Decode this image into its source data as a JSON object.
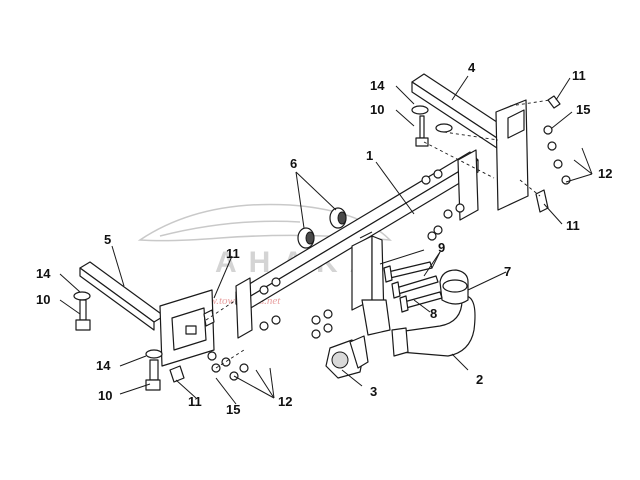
{
  "watermark": {
    "text": "AHAKA",
    "subtext": "www.tow-hooks.net"
  },
  "callouts": [
    {
      "id": "c1",
      "label": "1"
    },
    {
      "id": "c2",
      "label": "2"
    },
    {
      "id": "c3",
      "label": "3"
    },
    {
      "id": "c4",
      "label": "4"
    },
    {
      "id": "c5",
      "label": "5"
    },
    {
      "id": "c6",
      "label": "6"
    },
    {
      "id": "c7",
      "label": "7"
    },
    {
      "id": "c8",
      "label": "8"
    },
    {
      "id": "c9",
      "label": "9"
    },
    {
      "id": "c10a",
      "label": "10"
    },
    {
      "id": "c10b",
      "label": "10"
    },
    {
      "id": "c10c",
      "label": "10"
    },
    {
      "id": "c11a",
      "label": "11"
    },
    {
      "id": "c11b",
      "label": "11"
    },
    {
      "id": "c11c",
      "label": "11"
    },
    {
      "id": "c11d",
      "label": "11"
    },
    {
      "id": "c12a",
      "label": "12"
    },
    {
      "id": "c12b",
      "label": "12"
    },
    {
      "id": "c14a",
      "label": "14"
    },
    {
      "id": "c14b",
      "label": "14"
    },
    {
      "id": "c14c",
      "label": "14"
    },
    {
      "id": "c15a",
      "label": "15"
    },
    {
      "id": "c15b",
      "label": "15"
    }
  ]
}
